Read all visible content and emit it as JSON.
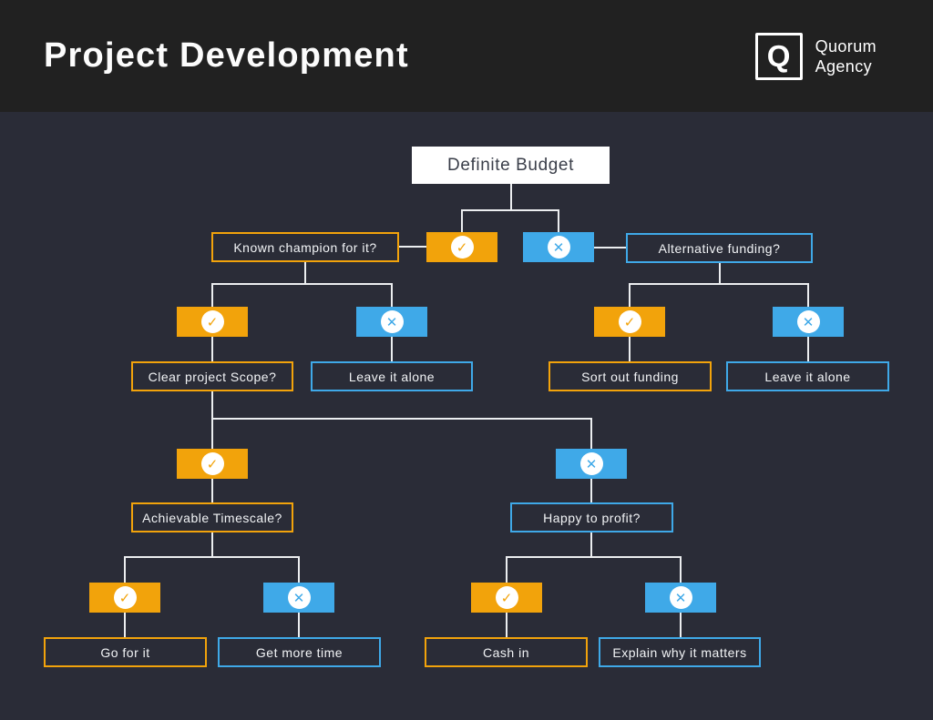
{
  "header": {
    "title": "Project Development",
    "brand": {
      "initial": "Q",
      "line1": "Quorum",
      "line2": "Agency"
    }
  },
  "icons": {
    "check": "✓",
    "cross": "✕"
  },
  "colors": {
    "header_bg": "#212121",
    "canvas_bg": "#2A2C37",
    "yes_orange": "#F2A30B",
    "no_blue": "#3FA9E8",
    "connector": "#ECEEF0",
    "root_box_bg": "#FFFFFF",
    "root_box_text": "#3A3E49",
    "box_text": "#F2F4F6"
  },
  "nodes": {
    "definite_budget": {
      "label": "Definite Budget"
    },
    "known_champion": {
      "label": "Known champion for it?"
    },
    "alternative_funding": {
      "label": "Alternative funding?"
    },
    "clear_scope": {
      "label": "Clear project Scope?"
    },
    "leave_it_alone_left": {
      "label": "Leave it alone"
    },
    "sort_out_funding": {
      "label": "Sort out funding"
    },
    "leave_it_alone_right": {
      "label": "Leave it alone"
    },
    "achievable_timescale": {
      "label": "Achievable Timescale?"
    },
    "happy_to_profit": {
      "label": "Happy to profit?"
    },
    "go_for_it": {
      "label": "Go for it"
    },
    "get_more_time": {
      "label": "Get more time"
    },
    "cash_in": {
      "label": "Cash in"
    },
    "explain_why": {
      "label": "Explain why it matters"
    }
  },
  "edges": [
    {
      "from": "definite_budget",
      "answer": "yes",
      "to": "known_champion"
    },
    {
      "from": "definite_budget",
      "answer": "no",
      "to": "alternative_funding"
    },
    {
      "from": "known_champion",
      "answer": "yes",
      "to": "clear_scope"
    },
    {
      "from": "known_champion",
      "answer": "no",
      "to": "leave_it_alone_left"
    },
    {
      "from": "alternative_funding",
      "answer": "yes",
      "to": "sort_out_funding"
    },
    {
      "from": "alternative_funding",
      "answer": "no",
      "to": "leave_it_alone_right"
    },
    {
      "from": "clear_scope",
      "answer": "yes",
      "to": "achievable_timescale"
    },
    {
      "from": "clear_scope",
      "answer": "no",
      "to": "happy_to_profit"
    },
    {
      "from": "achievable_timescale",
      "answer": "yes",
      "to": "go_for_it"
    },
    {
      "from": "achievable_timescale",
      "answer": "no",
      "to": "get_more_time"
    },
    {
      "from": "happy_to_profit",
      "answer": "yes",
      "to": "cash_in"
    },
    {
      "from": "happy_to_profit",
      "answer": "no",
      "to": "explain_why"
    }
  ]
}
